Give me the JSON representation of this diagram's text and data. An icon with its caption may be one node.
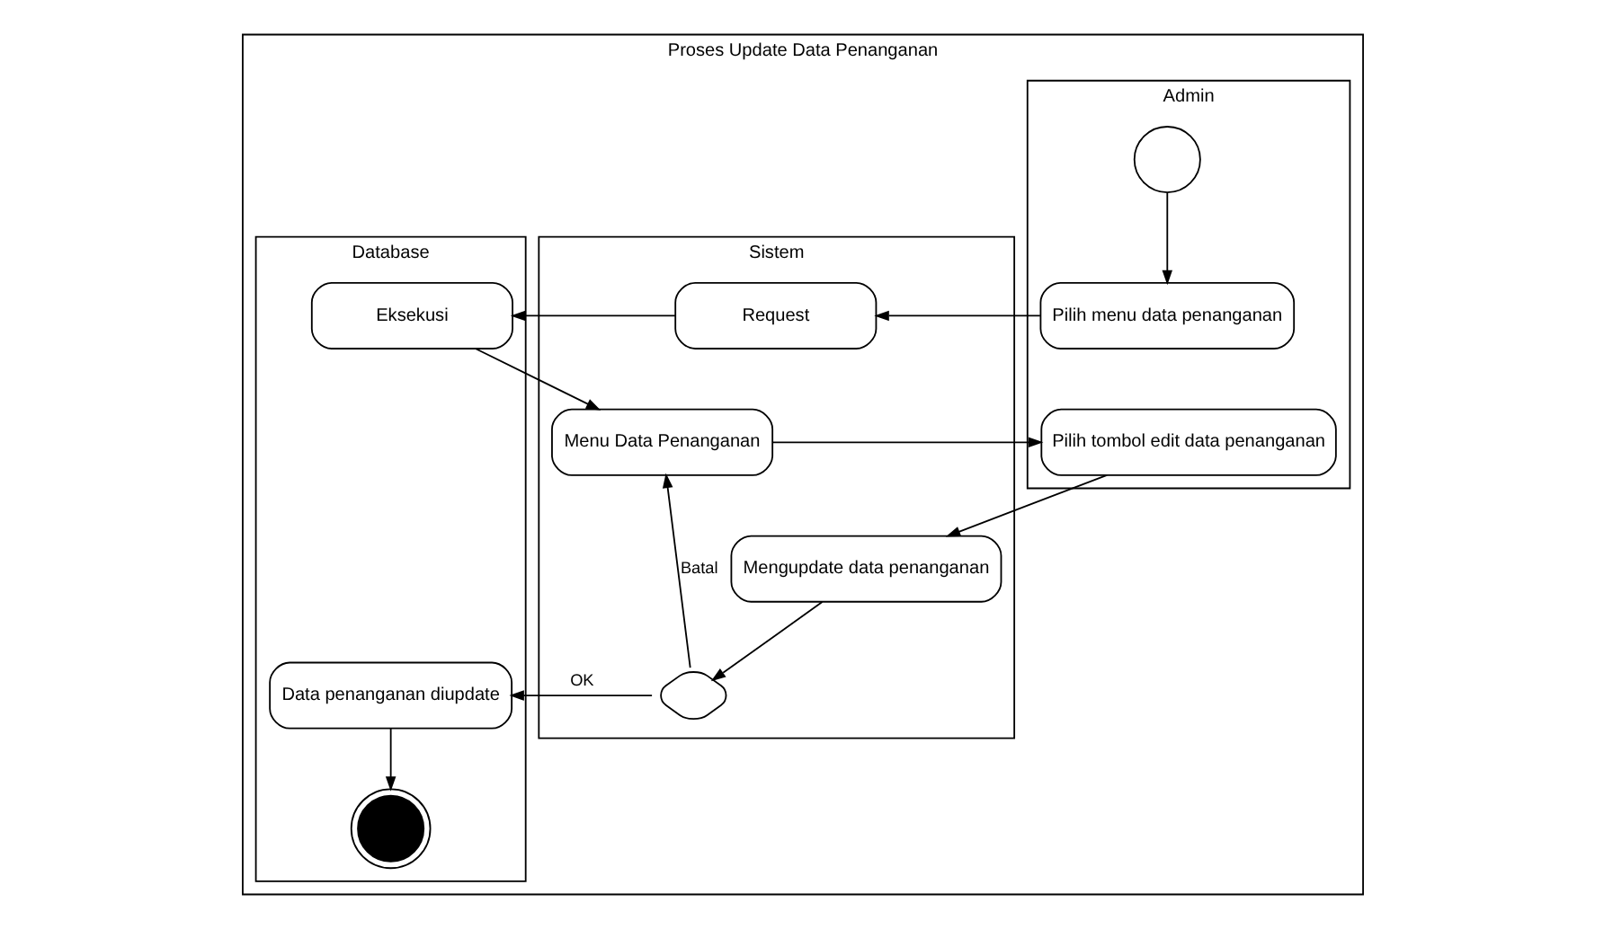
{
  "diagram": {
    "nodes": [
      {
        "text": [
          "Proses Update Data Penanganan"
        ]
      },
      {
        "text": [
          "Admin"
        ],
        "in": 0
      },
      {
        "text": [
          "Sistem"
        ],
        "in": 0
      },
      {
        "text": [
          "Database"
        ],
        "in": 0
      },
      {
        "text": [],
        "shape": "circle",
        "in": 1
      },
      {
        "text": [
          "Pilih menu data penanganan"
        ],
        "in": 1
      },
      {
        "text": [
          "Request"
        ],
        "in": 2
      },
      {
        "text": [
          "Eksekusi"
        ],
        "in": 3
      },
      {
        "text": [
          "Pilih tombol edit data penanganan"
        ],
        "in": 1
      },
      {
        "text": [
          "Menu Data Penanganan"
        ],
        "in": 2
      },
      {
        "text": [
          "Mengupdate data penanganan"
        ],
        "in": 2
      },
      {
        "text": [],
        "shape": "diamond",
        "in": 2
      },
      {
        "text": [
          "Data penanganan diupdate"
        ],
        "in": 3
      },
      {
        "text": [],
        "shape": "circle",
        "in": 3
      }
    ],
    "edges": [
      {
        "from": 4,
        "to": 5,
        "arrow": "to"
      },
      {
        "from": 5,
        "to": 6,
        "arrow": "to"
      },
      {
        "from": 6,
        "to": 7,
        "arrow": "to"
      },
      {
        "from": 7,
        "to": 9,
        "arrow": "to"
      },
      {
        "from": 9,
        "to": 8,
        "arrow": "to"
      },
      {
        "from": 8,
        "to": 10,
        "arrow": "to"
      },
      {
        "from": 10,
        "to": 11,
        "arrow": "to"
      },
      {
        "from": 11,
        "to": 9,
        "arrow": "to",
        "label": "Batal"
      },
      {
        "from": 11,
        "to": 12,
        "arrow": "to",
        "label": "OK"
      },
      {
        "from": 12,
        "to": 13,
        "arrow": "to"
      }
    ]
  }
}
